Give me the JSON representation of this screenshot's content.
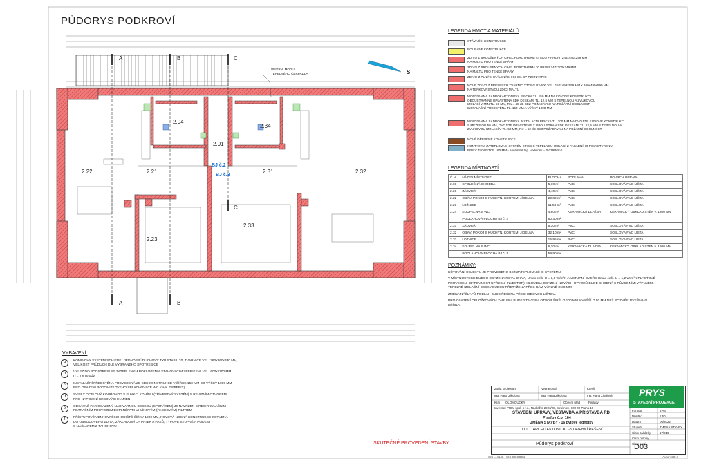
{
  "title": "PŮDORYS PODKROVÍ",
  "north_label": "S",
  "section_labels": {
    "a": "A",
    "b": "B",
    "c": "C"
  },
  "callout": "VNITŘNÍ MODUL\nTEPELNÉHO ČERPADLA",
  "unit_tags": {
    "bj2": "BJ č.2",
    "bj3": "BJ č.3"
  },
  "room_numbers": {
    "r204": "2.04",
    "r201": "2.01",
    "r234": "2.34",
    "r222": "2.22",
    "r221": "2.21",
    "r231": "2.31",
    "r232": "2.32",
    "r223": "2.23",
    "r233": "2.33"
  },
  "legend": {
    "heading": "LEGENDA HMOT A MATERIÁLŮ",
    "items": [
      {
        "text": "STÁVAJÍCÍ KONSTRUKCE",
        "color": "#e8e8e8"
      },
      {
        "text": "BOURANÉ KONSTRUKCE",
        "color": "#f5f06a"
      },
      {
        "text": "ZDIVO Z BROUŠENÝCH CIHEL POROTHERM 44 EKO + PROFI  248x440x249 MM\nNA MALTU PRO TENKÉ SPÁRY",
        "color": "#ef6f6f"
      },
      {
        "text": "ZDIVO Z BROUŠENÝCH CIHEL POROTHERM 30 PROFI 247x300x249 MM\nNA MALTU PRO TENKÉ SPÁRY",
        "color": "#ef6f6f"
      },
      {
        "text": "ZDIVO Z PLNÝCH PÁLENÝCH CIHEL CP P20 NA MVC",
        "color": "#ef6f6f"
      },
      {
        "text": "NOVÉ ZDIVO Z PŘESNÝCH TVÁRNIC YTONG P2-500 VEL. 150x499x599 MM x 100x499x599 MM\nNA TENKOVRSTVOU ZDÍCÍ MALTU",
        "color": "#ef6f6f"
      },
      {
        "text": "MONTOVANÁ SÁDROKARTONOVÁ PŘÍČKA TL. 150 MM NA KOVOVÉ KONSTRUKCI\nOBOUSTRANNĚ OPLÁŠTĚNÁ SDK DESKAMI TL. 12,5 MM S TEPELNOU A ZVUKOVOU\nIZOLACÍ V MIN TL. 50 MM, Rw = 48 dB BEZ POŽADAVKU NA POŽÁRNÍ ODOLNOST.\nINSTALAČNÍ PŘEDSTĚNA TL. 150 MM A VÝŠKY 1000 MM",
        "color": "#ef6f6f"
      },
      {
        "text": "MONTOVANÁ SÁDROKARTONOVÁ INSTALAČNÍ PŘÍČKA TL. 200 MM NA DVOJITÉ KOVOVÉ KONSTRUKCI\nS MEZEROU 50 MM, DVOJITĚ OPLÁŠTĚNÉ Z OBOU STRAN SDK DESKAMI TL. 12,5 MM S TEPELNOU A\nZVUKOVOU IZOLACÍ V TL. 50 MM, Rw = 52 dB BEZ POŽADAVKU NA POŽÁRNÍ ODOLNOST",
        "color": "#ef6f6f"
      },
      {
        "text": "NOVÉ DŘEVĚNÉ KONSTRUKCE",
        "color": "#8a4a22"
      },
      {
        "text": "KONTAKTNÍ ZATEPLOVACÍ SYSTÉM ETICS S TEPELNOU IZOLACÍ Z FASÁDNÍHO POLYSTYRENU\nEPS V TLOUŠŤCE 160 MM - součinitel tep. vodivosti = 0,039W/mK",
        "color": "#7fb0c8"
      }
    ]
  },
  "rooms_legend": {
    "heading": "LEGENDA MÍSTNOSTÍ",
    "headers": [
      "Č.M.",
      "NÁZEV MÍSTNOSTI",
      "PLOCHA",
      "PODLAHA",
      "POVRCH ÚPRAVA"
    ],
    "rows": [
      [
        "2.01",
        "SPOLEČNÁ CHODBA",
        "5,70 m²",
        "PVC",
        "SOBLOVÁ PVC LIŠTA"
      ],
      [
        "2.21",
        "ZÁDVEŘÍ",
        "4,40 m²",
        "PVC",
        "SOBLOVÁ PVC LIŠTA"
      ],
      [
        "2.22",
        "OBÝV. POKOJ S KUCHYŇ. KOUTEM, JÍDELNA",
        "29,89 m²",
        "PVC",
        "SOBLOVÁ PVC LIŠTA"
      ],
      [
        "2.23",
        "LOŽNICE",
        "11,50 m²",
        "PVC",
        "SOBLOVÁ PVC LIŠTA"
      ],
      [
        "2.24",
        "KOUPELNA S WC",
        "4,80 m²",
        "KERAMICKÁ DLAŽBA",
        "KERAMICKÝ OBKLAD STĚN v. 1800 MM"
      ],
      [
        "",
        "PODLAHOVÁ PLOCHA BJ č. 2",
        "50,30 m²",
        "",
        ""
      ],
      [
        "2.31",
        "ZÁDVEŘÍ",
        "5,30 m²",
        "PVC",
        "SOBLOVÁ PVC LIŠTA"
      ],
      [
        "2.32",
        "OBÝV. POKOJ S KUCHYŇ. KOUTEM, JÍDELNA",
        "32,10 m²",
        "PVC",
        "SOBLOVÁ PVC LIŠTA"
      ],
      [
        "2.33",
        "LOŽNICE",
        "15,95 m²",
        "PVC",
        "SOBLOVÁ PVC LIŠTA"
      ],
      [
        "2.34",
        "KOUPELNA S WC",
        "6,10 m²",
        "KERAMICKÁ DLAŽBA",
        "KERAMICKÝ OBKLAD STĚN v. 1800 MM"
      ],
      [
        "",
        "PODLAHOVÁ PLOCHA BJ č. 3",
        "59,90 m²",
        "",
        ""
      ]
    ]
  },
  "notes": {
    "heading": "POZNÁMKY:",
    "paras": [
      "KÓTOVÁNÍ OBJEKTU JE PROVEDENO BEZ ZATEPLOVACÍHO SYSTÉMU.",
      "V MÍSTNOSTECH BUDOU OSAZENA NOVÁ OKNA, Umax celk. U = 1,0 W/m²K A VSTUPNÍ DVEŘE Umax celk. U = 1,2 W/m²K PLASTOVÉ PROVEDENÍ (BAREVNOST UPŘESNÍ INVESTOR). HLOUBKA OSAZENÍ NOVÝCH OTVORŮ BUDE SHODNÁ S PŮVODNÍMI VÝPLNĚMI. TEPELNÉ IZOLAČNÍ DESKY BUDOU PŘETAŽENY PŘES RÁM VÝPLNĚ O 30 MM.",
      "ZMĚNA NÁŠLAPŮ PODLAH BUDE ŘEŠENA PŘECHODOVOU LIŠTOU.",
      "PRO OSAZENÍ OBLOŽKOVÝCH ZÁRUBNÍ BUDE STAVEBNÍ OTVOR ŠIRŠÍ O 100 MM A VYŠŠÍ O 50 MM NEŽ ROZMĚR DVEŘNÍHO KŘÍDLA."
    ]
  },
  "vybaveni": {
    "heading": "VYBAVENÍ:",
    "items": [
      {
        "mark": "a",
        "text": "KOMÍNOVÝ SYSTÉM SCHIEDEL JEDNOPRŮDUCHOVÝ TYP STABIL 20, TVÁRNICE VEL. 360x360x330 MM,\nVELIKOST PRŮDUCH DLE VYBRANÉHO SPOTŘEBIČE"
      },
      {
        "mark": "b",
        "text": "VÝLEZ DO PODSTŘEŠÍ SE ZATEPLENÝM POKLOPEM A STAHOVACÍM ŽEBŘÍKEM, VEL. 600x1100 MM\nU = 1,5 W/m²K"
      },
      {
        "mark": "c",
        "text": "INSTALAČNÍ PŘEDSTĚNA PROVEDENÁ ZE SDK KONSTRUKCE V ŠÍŘCE 150 MM DO VÝŠKY 1000 MM\nPRO OSAZENÍ PODOMÍTKOVÉHO SPLACHOVAČE WC (např. GEBERIT)"
      },
      {
        "mark": "d",
        "text": "SVISLÝ OCELOVÝ KOUŘOVOD S FUNKCÍ KOMÍNU (TŘÍVRSTVÝ SYSTÉM) S REVIZNÍM OTVOREM\nPRO NAPOJENÍ KRBOVÝCH KAMEN"
      },
      {
        "mark": "e",
        "text": "ODSÁVAČ PAR OSAZENÝ NAD VARNOU DESKOU (SPORÁKEM) JE NAVRŽEN S RECIRKULAČNÍM\nFILTRAČNÍM PROVOZEM DOPLNĚNÝM UHLÍKOVÝM (PACHOVÝM) FILTREM"
      },
      {
        "mark": "f",
        "text": "PŘÍSTUPOVÉ VENKOVNÍ SCHODIŠTĚ ŠÍŘKY 1000 MM, KOVOVÁ NOSNÁ KONSTRUKCE KOTVENÁ\nDO OBVODOVÉHO ZDIVA, ZÁKLADOVÝCH PATEK A PASŮ, TYPOVÉ STUPNĚ A PODESTY\nS NÁŠLAPEM Z TAHOKOVU"
      }
    ]
  },
  "red_note": "SKUTEČNÉ PROVEDENÍ STAVBY",
  "stamp": {
    "resp_label": "Zodp. projektant",
    "resp_name": "Ing. Hana Zikulová",
    "drawn_label": "Vypracoval",
    "drawn_name": "Ing. Hana Zikulová",
    "check_label": "Kreslil",
    "check_name": "Ing. Hana Zikulová",
    "kraj_label": "Kraj",
    "kraj_value": "OLOMOUCKÝ",
    "ou_label": "Obecní úřad",
    "ou_value": "Pisařov",
    "investor": "Investor:  PRIM spol. s r.o., Nádražní 2223/28, Strašnice, 100 00 Praha 10",
    "project_1": "STAVEBNÍ ÚPRAVY, VESTAVBA A PŘÍSTAVBA RD",
    "project_2": "Pisařov č.p. 164",
    "project_3": "ZMĚNA STAVBY - 16 bytové jednotky",
    "part": "D.1.1. ARCHITEKTONICKO-STAVEBNÍ ŘEŠENÍ",
    "drawing_title": "Půdorys podkroví",
    "drawing_no": "D03",
    "meta": [
      [
        "Formát",
        "8 A4"
      ],
      [
        "Měřítko",
        "1:50"
      ],
      [
        "Datum",
        "06/2022"
      ],
      [
        "Stupeň",
        "ZMĚNA STAVBY"
      ],
      [
        "Číslo zakázky",
        "17/216"
      ],
      [
        "Číslo přílohy",
        ""
      ],
      [
        "Číslo paré",
        ""
      ]
    ],
    "logo_top": "PRYS",
    "logo_bottom": "STAVEBNÍ PROJEKCE"
  },
  "footer_left": "SIS = 4148 | SIS ODSBG1",
  "footer_right": "Autor: 2017"
}
